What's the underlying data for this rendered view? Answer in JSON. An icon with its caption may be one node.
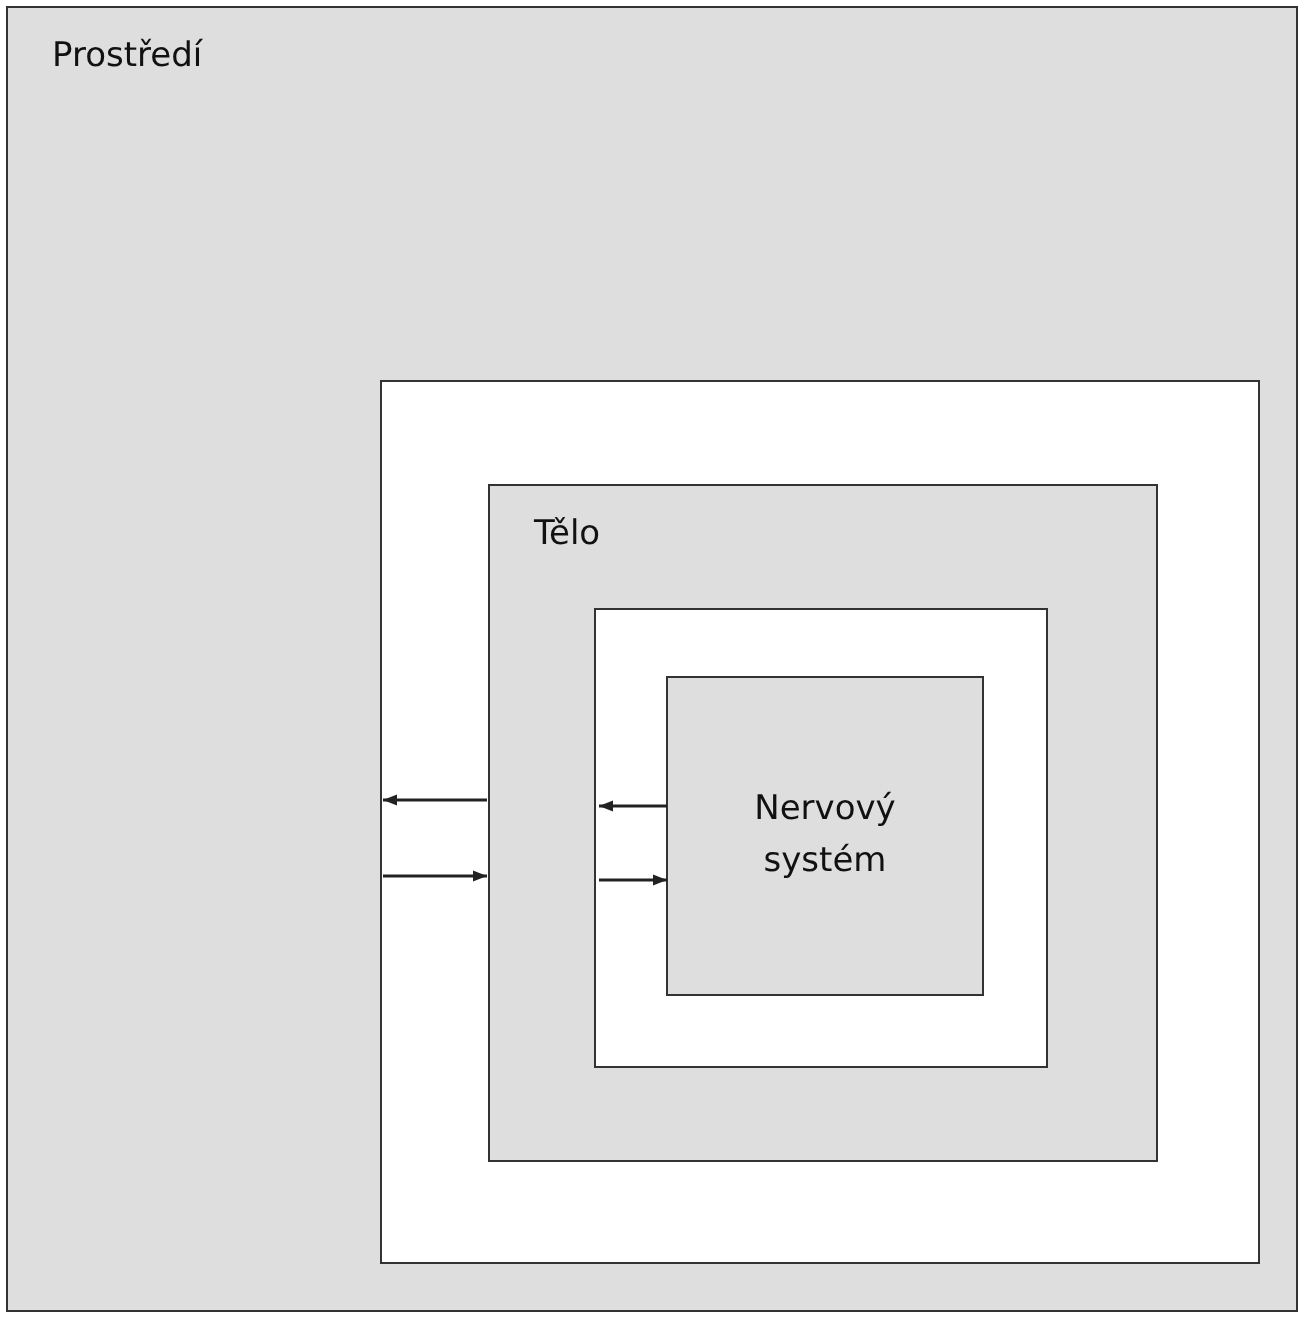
{
  "diagram": {
    "nodes": [
      {
        "text": [
          "Prostředí"
        ]
      },
      {
        "text": [],
        "shape": "box",
        "in": 0
      },
      {
        "text": [
          "Tělo"
        ],
        "in": 1
      },
      {
        "text": [],
        "shape": "box",
        "in": 2
      },
      {
        "text": [
          "Nervový systém"
        ],
        "in": 3
      }
    ],
    "edges": [
      {
        "from": 2,
        "to": 1,
        "arrow": "to"
      },
      {
        "from": 1,
        "to": 2,
        "arrow": "to"
      },
      {
        "from": 4,
        "to": 3,
        "arrow": "to"
      },
      {
        "from": 3,
        "to": 4,
        "arrow": "to"
      }
    ]
  }
}
